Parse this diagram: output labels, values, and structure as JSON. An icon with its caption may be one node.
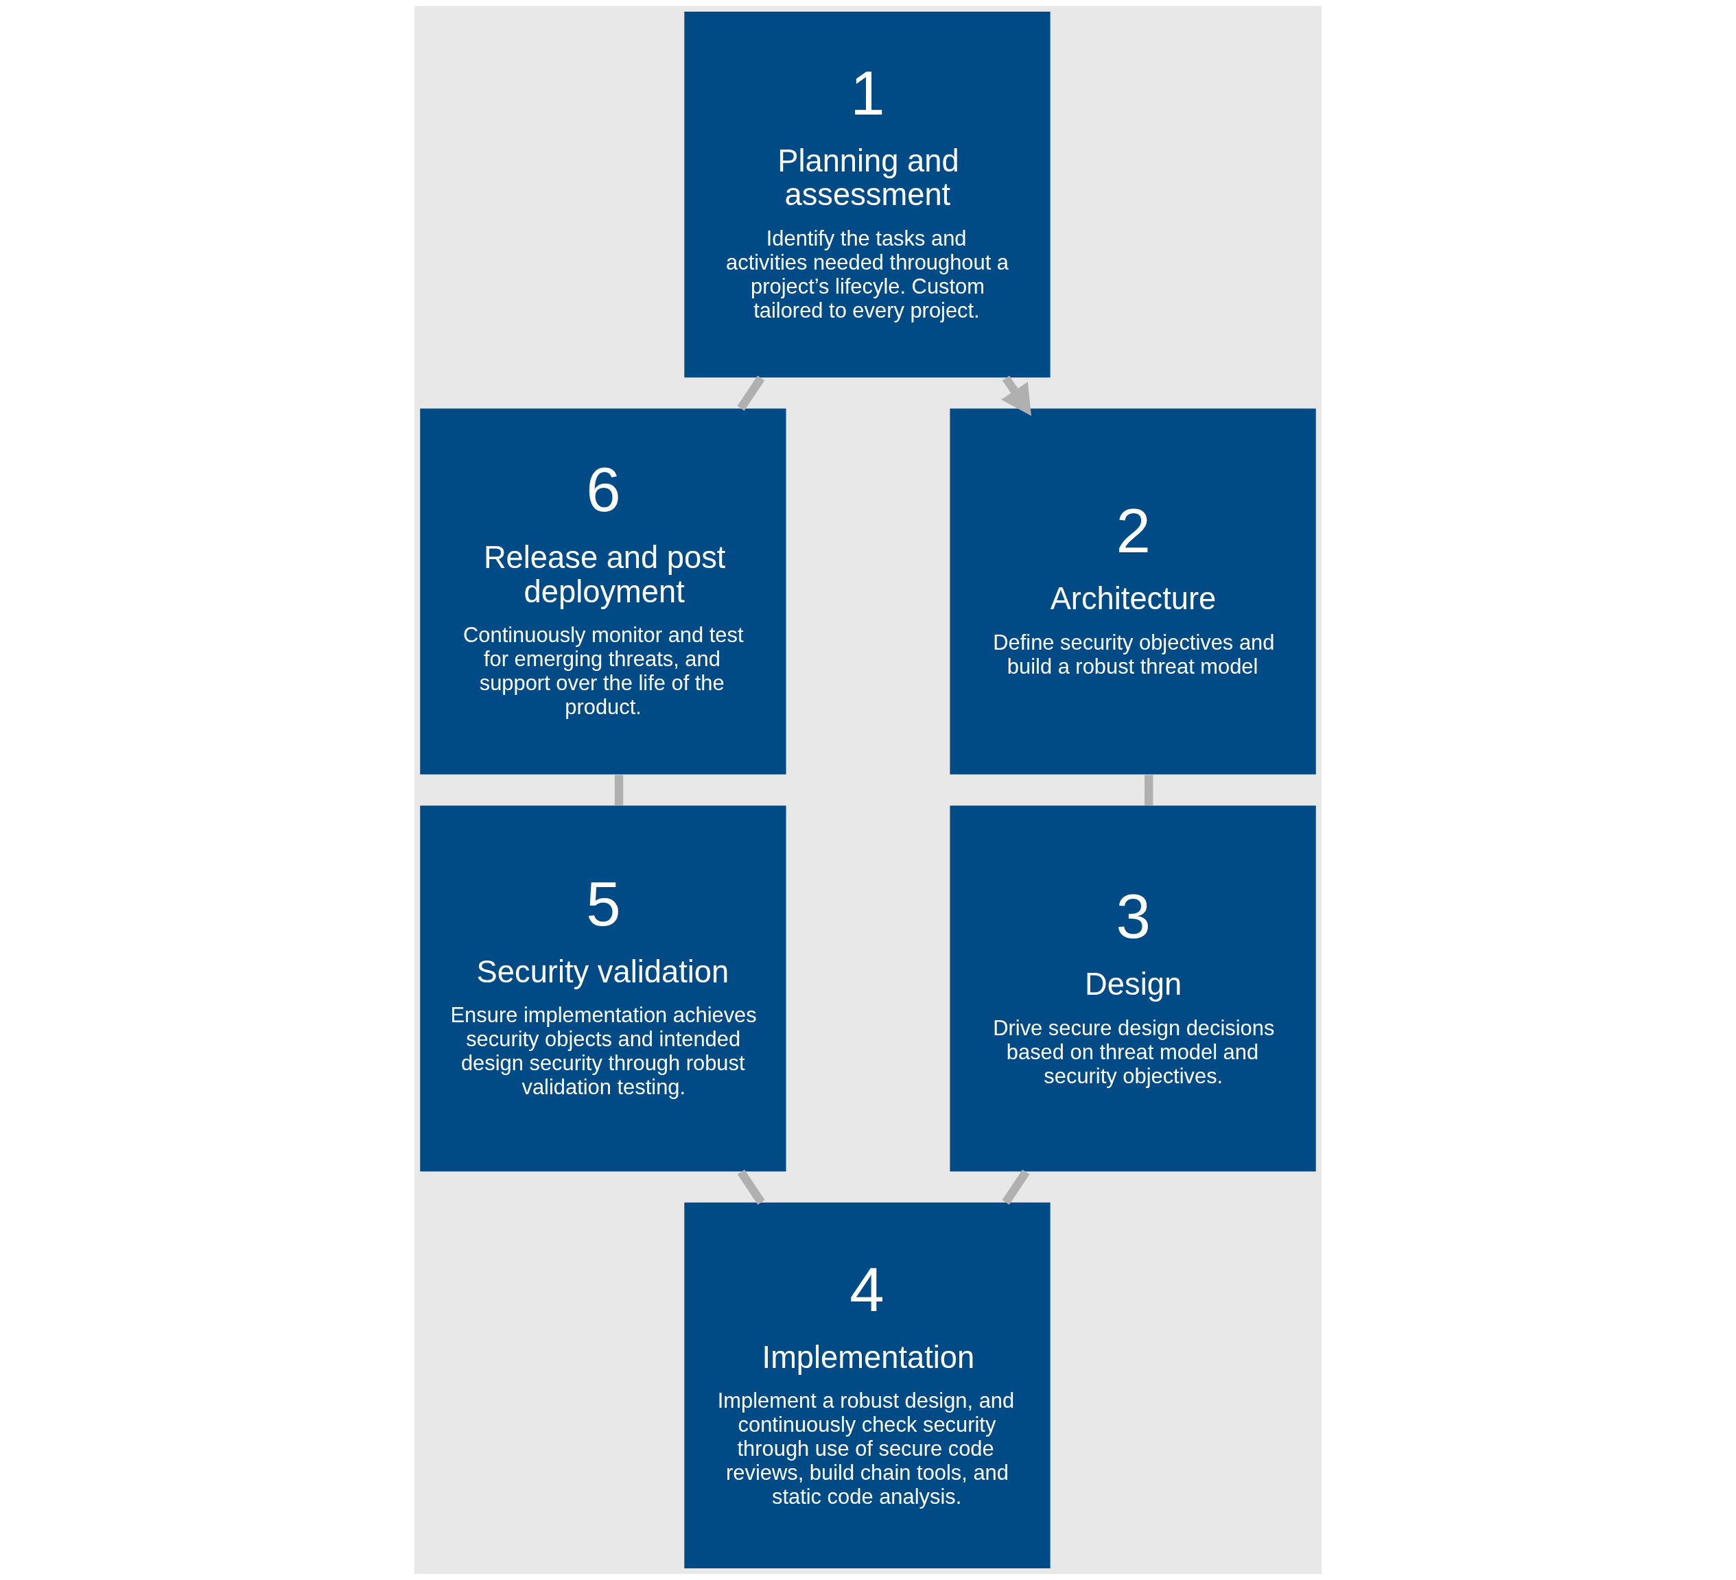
{
  "diagram": {
    "nodes": [
      {
        "text": [
          "1",
          "Planning and assessment",
          "Identify the tasks and activities needed throughout a project’s lifecyle. Custom tailored to every project."
        ]
      },
      {
        "text": [
          "2",
          "Architecture",
          "Define security objectives and build a robust threat model"
        ]
      },
      {
        "text": [
          "3",
          "Design",
          "Drive secure design decisions based on threat model and security objectives."
        ]
      },
      {
        "text": [
          "4",
          "Implementation",
          "Implement a robust design, and continuously check security through use of secure code reviews, build chain tools, and static code analysis."
        ]
      },
      {
        "text": [
          "5",
          "Security validation",
          "Ensure implementation achieves security objects and intended design security through robust validation testing."
        ]
      },
      {
        "text": [
          "6",
          "Release and post deployment",
          "Continuously monitor and test for emerging threats, and support over the life of the product."
        ]
      }
    ],
    "edges": [
      {
        "from": 0,
        "to": 1,
        "arrow": "to"
      },
      {
        "from": 1,
        "to": 2,
        "arrow": "none"
      },
      {
        "from": 2,
        "to": 3,
        "arrow": "none"
      },
      {
        "from": 3,
        "to": 4,
        "arrow": "none"
      },
      {
        "from": 4,
        "to": 5,
        "arrow": "none"
      },
      {
        "from": 5,
        "to": 0,
        "arrow": "none"
      }
    ]
  }
}
